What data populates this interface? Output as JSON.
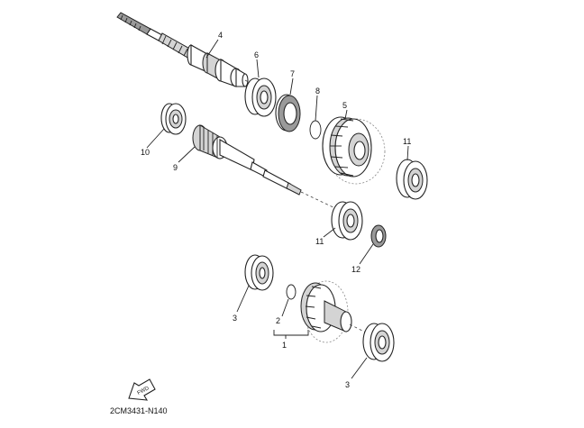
{
  "diagram": {
    "code": "2CM3431-N140",
    "fwd_label": "FWD",
    "callouts": {
      "c1": "1",
      "c2": "2",
      "c3a": "3",
      "c3b": "3",
      "c4": "4",
      "c5": "5",
      "c6": "6",
      "c7": "7",
      "c8": "8",
      "c9": "9",
      "c10": "10",
      "c11a": "11",
      "c11b": "11",
      "c12": "12"
    }
  }
}
